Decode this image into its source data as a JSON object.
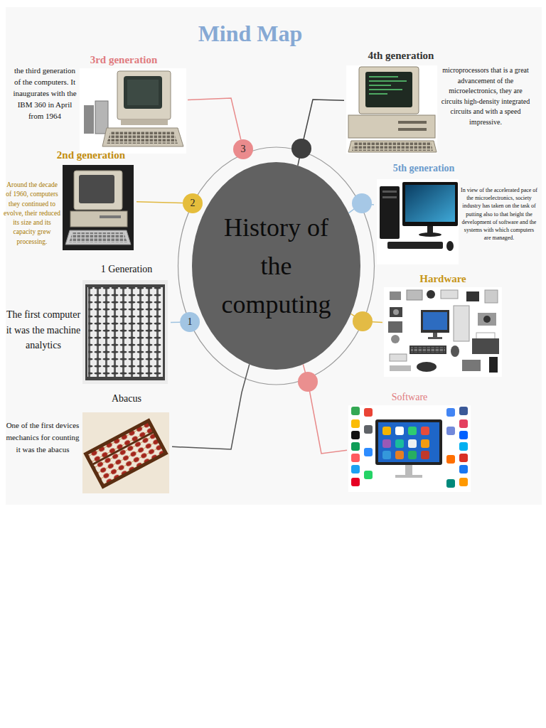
{
  "diagram": {
    "title": "Mind Map",
    "nodes": [
      {
        "text": [
          "History of the computing"
        ]
      },
      {
        "text": [
          "3"
        ]
      },
      {
        "text": [
          "3rd generation",
          "the third generation of the computers. It inaugurates with the IBM 360 in April from 1964"
        ]
      },
      {
        "text": [
          "2"
        ]
      },
      {
        "text": [
          "2nd generation",
          "Around the decade of 1960, computers they continued to evolve, their reduced its size and its capacity grew processing."
        ]
      },
      {
        "text": [
          "1"
        ]
      },
      {
        "text": [
          "1 Generation",
          "The first computer it was the machine analytics"
        ]
      },
      {
        "text": [
          "Abacus",
          "One of the first devices mechanics for counting it was the abacus"
        ]
      },
      {
        "text": [
          "4th generation",
          "microprocessors that is a great advancement of the microelectronics, they are circuits high-density integrated circuits and with a speed impressive."
        ]
      },
      {
        "text": [
          "5th generation",
          "In view of the accelerated pace of the microelectronics, society industry has taken on the task of putting also to that height the development of software and the systems with which computers are managed."
        ]
      },
      {
        "text": [
          "Hardware"
        ]
      },
      {
        "text": [
          "Software"
        ]
      }
    ],
    "edges": [
      {
        "from": 1,
        "to": 2,
        "arrow": "none"
      },
      {
        "from": 3,
        "to": 4,
        "arrow": "none"
      },
      {
        "from": 5,
        "to": 6,
        "arrow": "none"
      },
      {
        "from": 0,
        "to": 7,
        "arrow": "none"
      },
      {
        "from": 0,
        "to": 8,
        "arrow": "none"
      },
      {
        "from": 0,
        "to": 9,
        "arrow": "none"
      },
      {
        "from": 0,
        "to": 10,
        "arrow": "none"
      },
      {
        "from": 0,
        "to": 11,
        "arrow": "none"
      }
    ]
  }
}
